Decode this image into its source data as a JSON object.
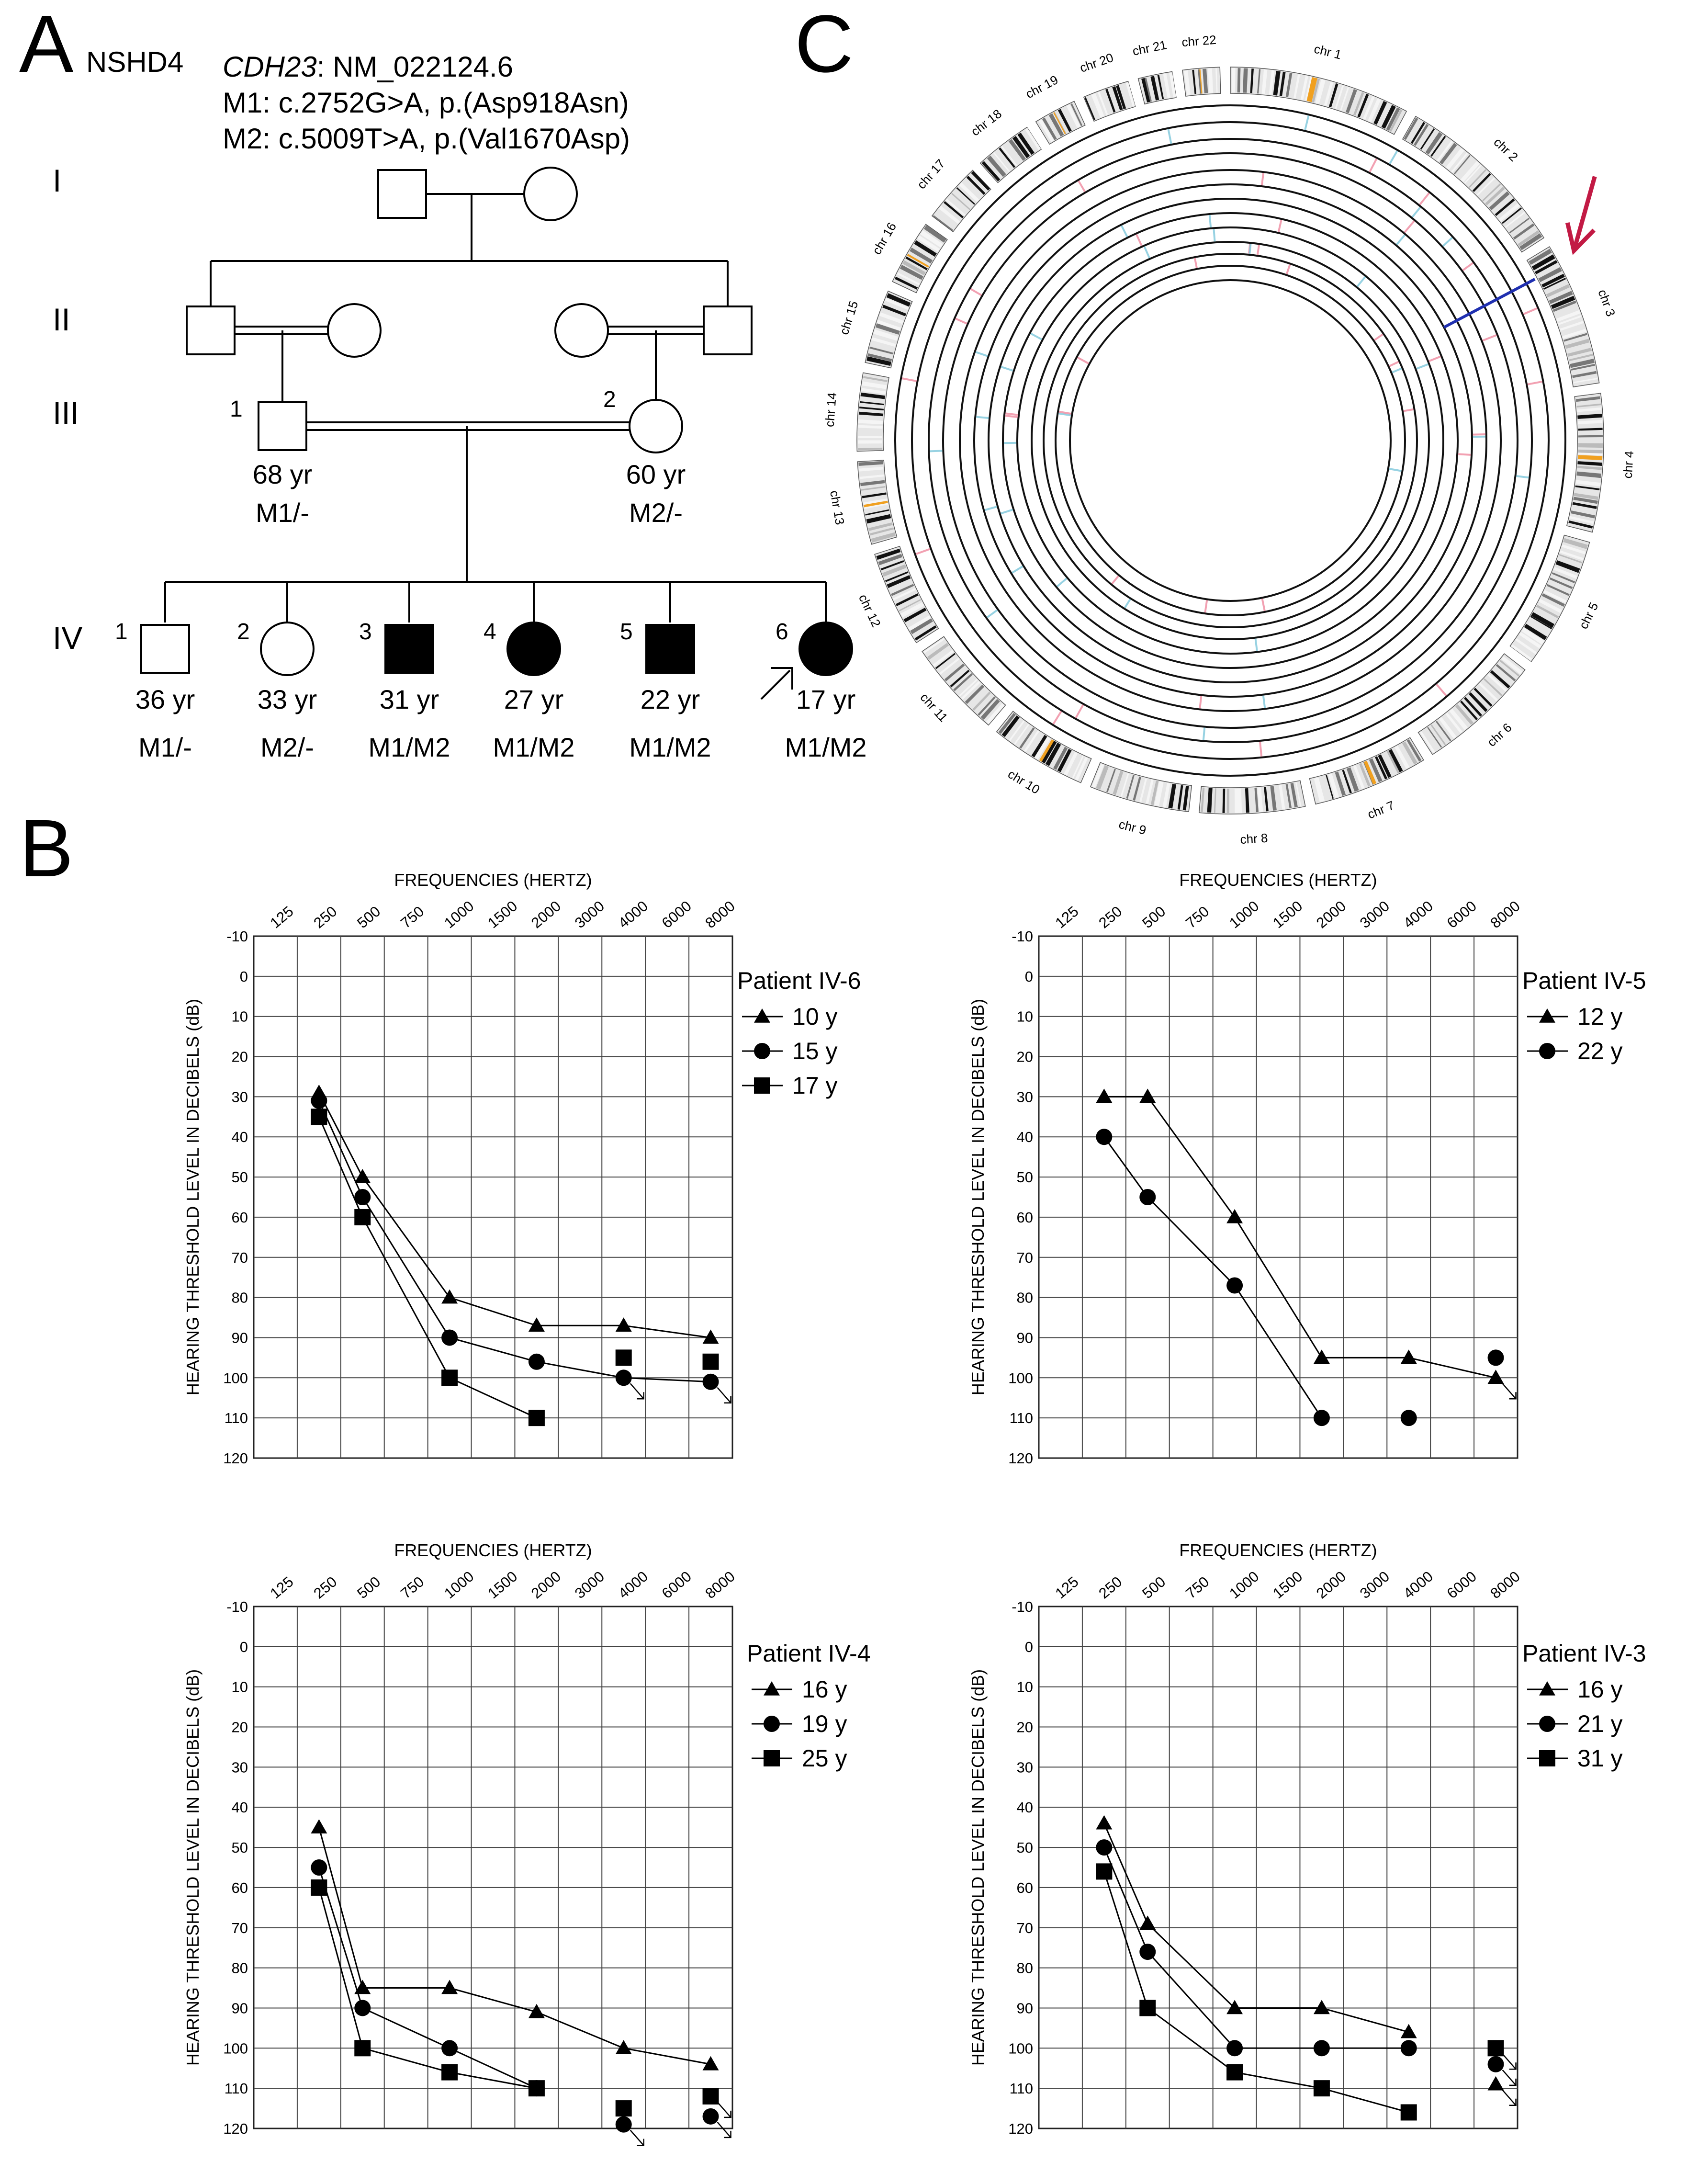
{
  "panel_labels": {
    "a": "A",
    "b": "B",
    "c": "C"
  },
  "pedigree": {
    "family": "NSHD4",
    "gene": "CDH23",
    "transcript": ": NM_022124.6",
    "m1": "M1: c.2752G>A, p.(Asp918Asn)",
    "m2": "M2: c.5009T>A, p.(Val1670Asp)",
    "generations": [
      "I",
      "II",
      "III",
      "IV"
    ],
    "gen3": [
      {
        "num": "1",
        "age": "68 yr",
        "geno": "M1/-",
        "sex": "male",
        "affected": false
      },
      {
        "num": "2",
        "age": "60 yr",
        "geno": "M2/-",
        "sex": "female",
        "affected": false
      }
    ],
    "gen4": [
      {
        "num": "1",
        "age": "36 yr",
        "geno": "M1/-",
        "sex": "male",
        "affected": false
      },
      {
        "num": "2",
        "age": "33 yr",
        "geno": "M2/-",
        "sex": "female",
        "affected": false
      },
      {
        "num": "3",
        "age": "31 yr",
        "geno": "M1/M2",
        "sex": "male",
        "affected": true
      },
      {
        "num": "4",
        "age": "27 yr",
        "geno": "M1/M2",
        "sex": "female",
        "affected": true
      },
      {
        "num": "5",
        "age": "22 yr",
        "geno": "M1/M2",
        "sex": "male",
        "affected": true
      },
      {
        "num": "6",
        "age": "17 yr",
        "geno": "M1/M2",
        "sex": "female",
        "affected": true,
        "proband": true
      }
    ]
  },
  "circos": {
    "chromosomes": [
      "chr 1",
      "chr 2",
      "chr 3",
      "chr 4",
      "chr 5",
      "chr 6",
      "chr 7",
      "chr 8",
      "chr 9",
      "chr 10",
      "chr 11",
      "chr 12",
      "chr 13",
      "chr 14",
      "chr 15",
      "chr 16",
      "chr 17",
      "chr 18",
      "chr 19",
      "chr 20",
      "chr 21",
      "chr 22"
    ],
    "sizes": [
      249,
      242,
      198,
      190,
      181,
      171,
      159,
      145,
      138,
      134,
      135,
      133,
      114,
      107,
      102,
      90,
      83,
      80,
      59,
      64,
      47,
      51
    ],
    "highlight_chromosome": "chr 3",
    "colors": {
      "arrow": "#c21a44",
      "blue_line": "#1f2fb0",
      "cyan": "#7ec8dc",
      "pink": "#f08aa0",
      "orange": "#f0a020"
    }
  },
  "chart_data": [
    {
      "type": "line",
      "title": "Patient IV-6",
      "xlabel": "FREQUENCIES (HERTZ)",
      "ylabel": "HEARING THRESHOLD LEVEL IN DECIBELS (dB)",
      "x_ticks": [
        "125",
        "250",
        "500",
        "750",
        "1000",
        "1500",
        "2000",
        "3000",
        "4000",
        "6000",
        "8000"
      ],
      "y_ticks": [
        "-10",
        "0",
        "10",
        "20",
        "30",
        "40",
        "50",
        "60",
        "70",
        "80",
        "90",
        "100",
        "110",
        "120"
      ],
      "ylim": [
        -10,
        120
      ],
      "series": [
        {
          "name": "10 y",
          "marker": "triangle",
          "x": [
            "250",
            "500",
            "1000",
            "2000",
            "4000",
            "8000"
          ],
          "values": [
            29,
            50,
            80,
            87,
            87,
            90
          ]
        },
        {
          "name": "15 y",
          "marker": "circle",
          "x": [
            "250",
            "500",
            "1000",
            "2000",
            "4000",
            "8000"
          ],
          "values": [
            31,
            55,
            90,
            96,
            100,
            101
          ],
          "no_response": [
            "4000",
            "8000"
          ]
        },
        {
          "name": "17 y",
          "marker": "square",
          "x": [
            "250",
            "500",
            "1000",
            "2000",
            "4000",
            "8000"
          ],
          "values": [
            35,
            60,
            100,
            110,
            95,
            96
          ],
          "disconnected": [
            "4000",
            "8000"
          ]
        }
      ]
    },
    {
      "type": "line",
      "title": "Patient IV-5",
      "xlabel": "FREQUENCIES (HERTZ)",
      "ylabel": "HEARING THRESHOLD LEVEL IN DECIBELS (dB)",
      "x_ticks": [
        "125",
        "250",
        "500",
        "750",
        "1000",
        "1500",
        "2000",
        "3000",
        "4000",
        "6000",
        "8000"
      ],
      "y_ticks": [
        "-10",
        "0",
        "10",
        "20",
        "30",
        "40",
        "50",
        "60",
        "70",
        "80",
        "90",
        "100",
        "110",
        "120"
      ],
      "ylim": [
        -10,
        120
      ],
      "series": [
        {
          "name": "12 y",
          "marker": "triangle",
          "x": [
            "250",
            "500",
            "1000",
            "2000",
            "4000",
            "8000"
          ],
          "values": [
            30,
            30,
            60,
            95,
            95,
            100
          ],
          "no_response": [
            "8000"
          ]
        },
        {
          "name": "22 y",
          "marker": "circle",
          "x": [
            "250",
            "500",
            "1000",
            "2000",
            "4000",
            "8000"
          ],
          "values": [
            40,
            55,
            77,
            110,
            110,
            95
          ],
          "disconnected": [
            "4000",
            "8000"
          ]
        }
      ]
    },
    {
      "type": "line",
      "title": "Patient IV-4",
      "xlabel": "FREQUENCIES (HERTZ)",
      "ylabel": "HEARING THRESHOLD LEVEL IN DECIBELS (dB)",
      "x_ticks": [
        "125",
        "250",
        "500",
        "750",
        "1000",
        "1500",
        "2000",
        "3000",
        "4000",
        "6000",
        "8000"
      ],
      "y_ticks": [
        "-10",
        "0",
        "10",
        "20",
        "30",
        "40",
        "50",
        "60",
        "70",
        "80",
        "90",
        "100",
        "110",
        "120"
      ],
      "ylim": [
        -10,
        120
      ],
      "series": [
        {
          "name": "16 y",
          "marker": "triangle",
          "x": [
            "250",
            "500",
            "1000",
            "2000",
            "4000",
            "8000"
          ],
          "values": [
            45,
            85,
            85,
            91,
            100,
            104
          ]
        },
        {
          "name": "19 y",
          "marker": "circle",
          "x": [
            "250",
            "500",
            "1000",
            "2000",
            "4000",
            "8000"
          ],
          "values": [
            55,
            90,
            100,
            110,
            119,
            117
          ],
          "disconnected": [
            "4000",
            "8000"
          ],
          "no_response": [
            "4000",
            "8000"
          ]
        },
        {
          "name": "25 y",
          "marker": "square",
          "x": [
            "250",
            "500",
            "1000",
            "2000",
            "4000",
            "8000"
          ],
          "values": [
            60,
            100,
            106,
            110,
            115,
            112
          ],
          "disconnected": [
            "4000",
            "8000"
          ],
          "no_response": [
            "8000"
          ]
        }
      ]
    },
    {
      "type": "line",
      "title": "Patient IV-3",
      "xlabel": "FREQUENCIES (HERTZ)",
      "ylabel": "HEARING THRESHOLD LEVEL IN DECIBELS (dB)",
      "x_ticks": [
        "125",
        "250",
        "500",
        "750",
        "1000",
        "1500",
        "2000",
        "3000",
        "4000",
        "6000",
        "8000"
      ],
      "y_ticks": [
        "-10",
        "0",
        "10",
        "20",
        "30",
        "40",
        "50",
        "60",
        "70",
        "80",
        "90",
        "100",
        "110",
        "120"
      ],
      "ylim": [
        -10,
        120
      ],
      "series": [
        {
          "name": "16 y",
          "marker": "triangle",
          "x": [
            "250",
            "500",
            "1000",
            "2000",
            "4000",
            "8000"
          ],
          "values": [
            44,
            69,
            90,
            90,
            96,
            109
          ],
          "disconnected": [
            "8000"
          ],
          "no_response": [
            "8000"
          ]
        },
        {
          "name": "21 y",
          "marker": "circle",
          "x": [
            "250",
            "500",
            "1000",
            "2000",
            "4000",
            "8000"
          ],
          "values": [
            50,
            76,
            100,
            100,
            100,
            104
          ],
          "disconnected": [
            "8000"
          ],
          "no_response": [
            "8000"
          ]
        },
        {
          "name": "31 y",
          "marker": "square",
          "x": [
            "250",
            "500",
            "1000",
            "2000",
            "4000",
            "8000"
          ],
          "values": [
            56,
            90,
            106,
            110,
            116,
            100
          ],
          "disconnected": [
            "8000"
          ],
          "no_response": [
            "8000"
          ]
        }
      ]
    }
  ]
}
